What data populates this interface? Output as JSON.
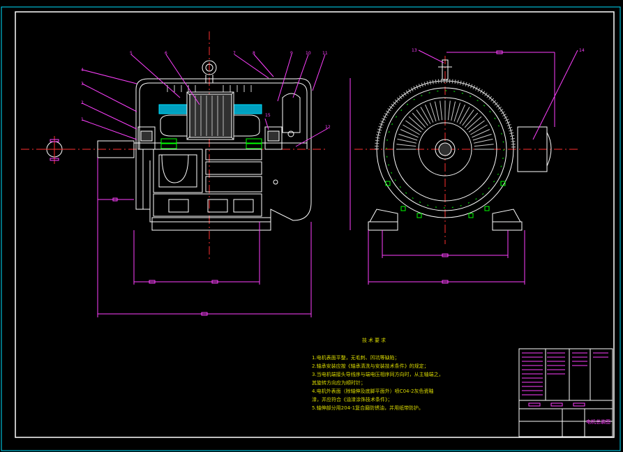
{
  "drawing": {
    "type": "cad-assembly-drawing",
    "background": "#000000",
    "colors": {
      "frame": "#00e0ff",
      "outline": "#ffffff",
      "dimension": "#ff40ff",
      "center_line": "#ff3030",
      "hatch": "#ffffff",
      "text": "#d9d900",
      "stator": "#00e0ff",
      "green_parts": "#00ff00"
    },
    "balloon_numbers": [
      "1",
      "2",
      "3",
      "4",
      "5",
      "6",
      "7",
      "8",
      "9",
      "10",
      "11",
      "12",
      "13",
      "14",
      "15",
      "4"
    ]
  },
  "notes": {
    "title": "技术要求",
    "items": [
      "1.电机表面平整，无毛刺、凹坑等缺陷；",
      "2.轴承安装应按《轴承清洗与安装技术条件》的规定；",
      "3.当电机端接头导线序与端电压相序同方向时，从主轴端之，",
      "其旋转方向应为顺时针；",
      "4.电机外表面（除轴伸及底脚平面外）喷C04-2灰色瓷釉",
      "漆，并应符合《油漆涂饰技术条件》；",
      "5.轴伸部分用204-1复合磨防锈油，并用纸带防护。"
    ]
  },
  "title_block": {
    "drawing_name": "电机总装图"
  }
}
